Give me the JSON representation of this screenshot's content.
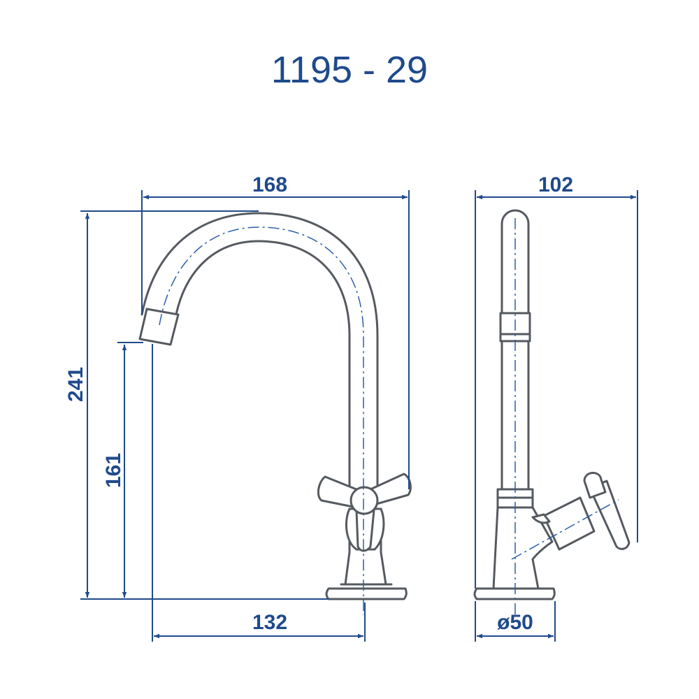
{
  "title": "1195 - 29",
  "colors": {
    "dimension": "#1f4a8c",
    "outline": "#555a60",
    "center_line": "#2b5fa8",
    "background": "#ffffff"
  },
  "front_view": {
    "dimensions": {
      "overall_width": "168",
      "overall_height": "241",
      "spout_height": "161",
      "spout_reach": "132"
    }
  },
  "side_view": {
    "dimensions": {
      "depth": "102",
      "base_diameter": "ø50"
    }
  }
}
